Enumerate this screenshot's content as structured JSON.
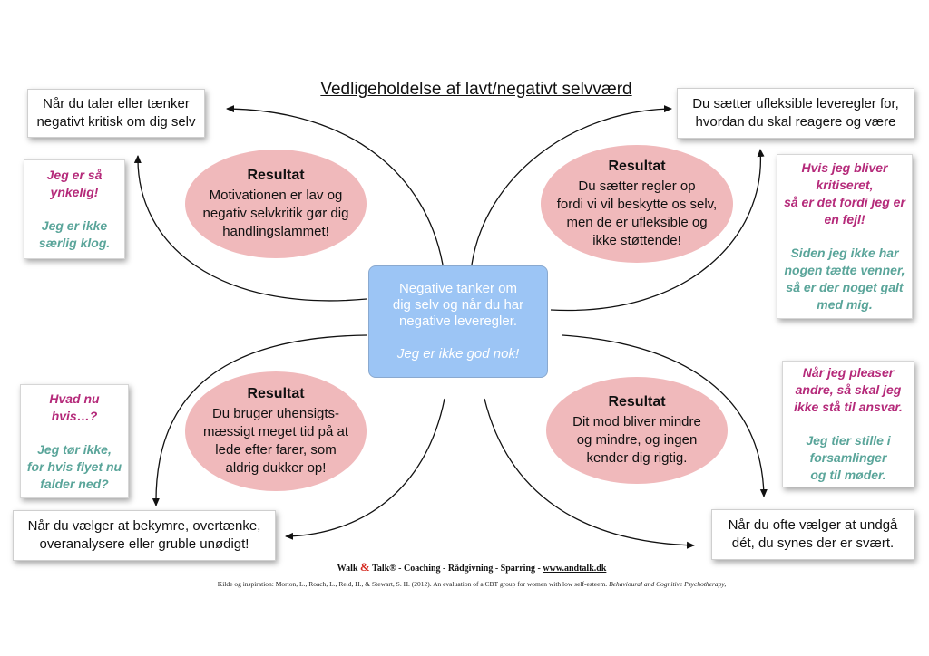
{
  "title": "Vedligeholdelse af lavt/negativt selvværd",
  "center": {
    "lines": [
      "Negative tanker om",
      "dig selv og når du har",
      "negative leveregler."
    ],
    "italic": "Jeg er ikke god nok!"
  },
  "corners": {
    "top_left": [
      "Når du taler eller tænker",
      "negativt kritisk om dig selv"
    ],
    "top_right": [
      "Du sætter ufleksible leveregler for,",
      "hvordan du skal reagere og være"
    ],
    "bottom_left": [
      "Når du vælger at bekymre, overtænke,",
      "overanalysere eller gruble unødigt!"
    ],
    "bottom_right": [
      "Når du ofte vælger at undgå",
      "dét, du synes der er svært."
    ]
  },
  "results": {
    "heading": "Resultat",
    "top_left": [
      "Motivationen er lav og",
      "negativ selvkritik gør dig",
      "handlingslammet!"
    ],
    "top_right": [
      "Du sætter regler op",
      "fordi vi vil beskytte os selv,",
      "men de er ufleksible og",
      "ikke støttende!"
    ],
    "bottom_left": [
      "Du bruger uhensigts-",
      "mæssigt meget tid på at",
      "lede efter farer, som",
      "aldrig dukker op!"
    ],
    "bottom_right": [
      "Dit mod bliver mindre",
      "og mindre, og ingen",
      "kender dig rigtig."
    ]
  },
  "quotes": {
    "top_left": {
      "pink": [
        "Jeg er så",
        "ynkelig!"
      ],
      "teal": [
        "Jeg er ikke",
        "særlig klog."
      ]
    },
    "top_right": {
      "pink": [
        "Hvis jeg bliver",
        "kritiseret,",
        "så er det fordi jeg er",
        "en fejl!"
      ],
      "teal": [
        "Siden jeg ikke har",
        "nogen tætte venner,",
        "så er der noget galt",
        "med mig."
      ]
    },
    "bottom_left": {
      "pink": [
        "Hvad nu",
        "hvis…?"
      ],
      "teal": [
        "Jeg tør ikke,",
        "for hvis flyet nu",
        "falder ned?"
      ]
    },
    "bottom_right": {
      "pink": [
        "Når jeg pleaser",
        "andre, så skal jeg",
        "ikke stå til ansvar."
      ],
      "teal": [
        "Jeg tier stille i",
        "forsamlinger",
        "og til møder."
      ]
    }
  },
  "footer": {
    "before": "Walk",
    "amp": "&",
    "after": "Talk® - Coaching - Rådgivning - Sparring -",
    "url": "www.andtalk.dk"
  },
  "source": {
    "text": "Kilde og inspiration: Morton, L., Roach, L., Reid, H., & Stewart, S. H. (2012). An evaluation of a CBT group for women with low self-esteem.",
    "journal": "Behavioural and Cognitive Psychotherapy,"
  },
  "colors": {
    "ellipse": "#f0b9bb",
    "center_box": "#9cc5f5",
    "pink_text": "#b52a7a",
    "teal_text": "#5aa59a",
    "ampersand": "#d42a20"
  }
}
